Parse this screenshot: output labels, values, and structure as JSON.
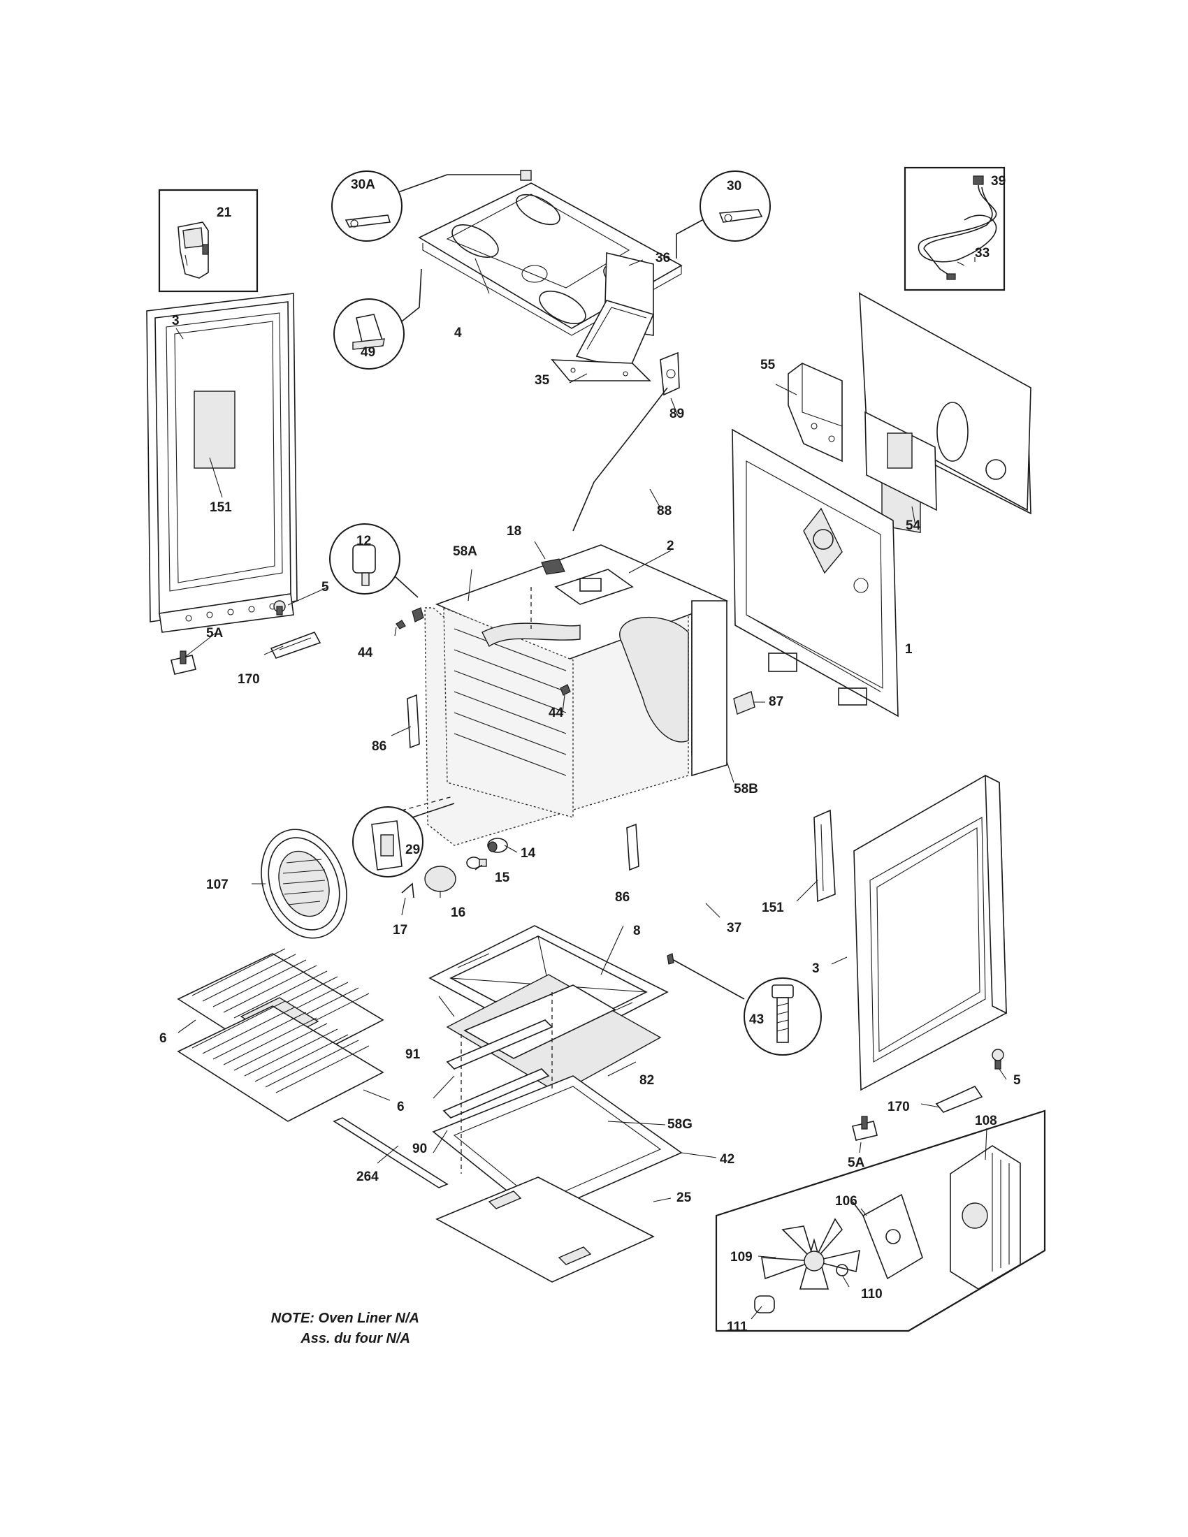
{
  "labels": {
    "p21": "21",
    "p30A": "30A",
    "p30": "30",
    "p39": "39",
    "p3_left": "3",
    "p49": "49",
    "p4": "4",
    "p36": "36",
    "p33": "33",
    "p55": "55",
    "p35": "35",
    "p89": "89",
    "p151_left": "151",
    "p88": "88",
    "p54": "54",
    "p12": "12",
    "p18": "18",
    "p58A": "58A",
    "p2": "2",
    "p5_left": "5",
    "p5A_left": "5A",
    "p44_left": "44",
    "p1": "1",
    "p170_left": "170",
    "p86_left": "86",
    "p44_mid": "44",
    "p87": "87",
    "p58B": "58B",
    "p29": "29",
    "p14": "14",
    "p107": "107",
    "p15": "15",
    "p86_right": "86",
    "p151_right": "151",
    "p16": "16",
    "p17": "17",
    "p37": "37",
    "p8": "8",
    "p3_right": "3",
    "p43": "43",
    "p6_upper": "6",
    "p91": "91",
    "p82": "82",
    "p6_lower": "6",
    "p5_right": "5",
    "p170_right": "170",
    "p58G": "58G",
    "p90": "90",
    "p42": "42",
    "p108": "108",
    "p5A_right": "5A",
    "p264": "264",
    "p25": "25",
    "p106": "106",
    "p109": "109",
    "p110": "110",
    "p111": "111"
  },
  "note": {
    "line1": "NOTE: Oven Liner N/A",
    "line2": "Ass. du four N/A"
  }
}
